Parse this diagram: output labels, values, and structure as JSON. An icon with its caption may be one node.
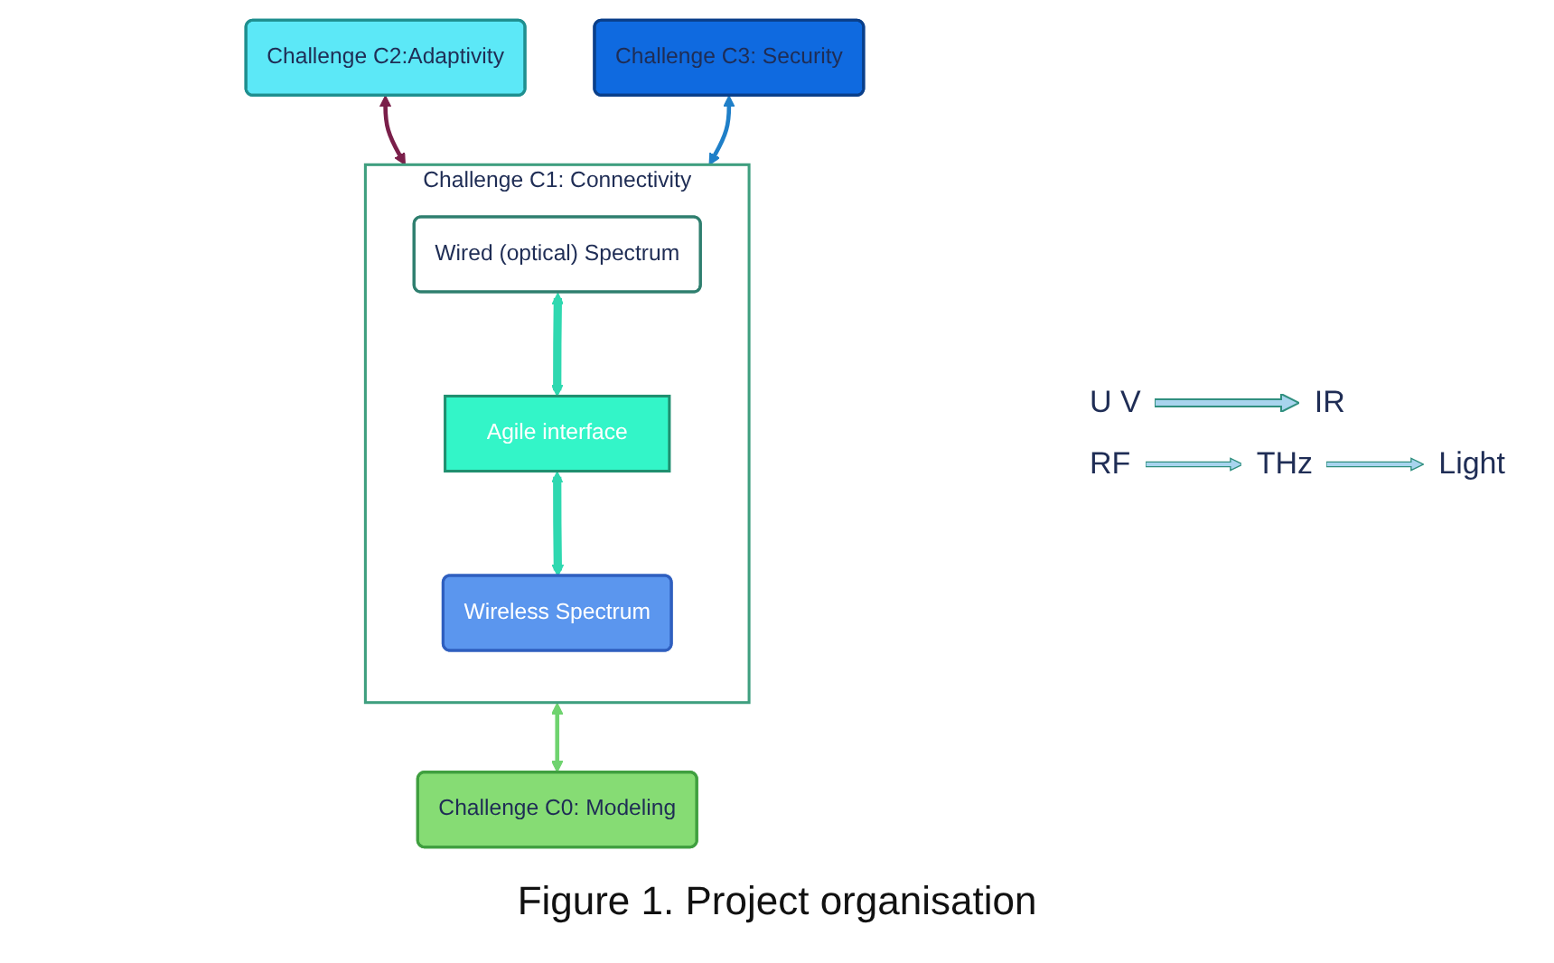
{
  "diagram": {
    "caption": "Figure 1. Project organisation",
    "nodes": [
      {
        "text": [
          "Challenge C2:Adaptivity"
        ]
      },
      {
        "text": [
          "Challenge C3: Security"
        ]
      },
      {
        "text": [
          "Challenge C0: Modeling"
        ]
      },
      {
        "text": [
          "Challenge C1: Connectivity"
        ]
      },
      {
        "text": [
          "Wired (optical) Spectrum"
        ],
        "in": 3
      },
      {
        "text": [
          "Agile interface"
        ],
        "in": 3
      },
      {
        "text": [
          "Wireless Spectrum"
        ],
        "in": 3
      }
    ],
    "edges": [
      {
        "from": 0,
        "to": 3,
        "arrow": "both",
        "color": "#7a1f4a"
      },
      {
        "from": 1,
        "to": 3,
        "arrow": "both",
        "color": "#1f7fc8"
      },
      {
        "from": 3,
        "to": 2,
        "arrow": "both",
        "color": "#6fd36f"
      },
      {
        "from": 4,
        "to": 5,
        "arrow": "both",
        "style": "thick"
      },
      {
        "from": 5,
        "to": 6,
        "arrow": "both",
        "style": "thick"
      }
    ],
    "labels": [
      "U V",
      "IR",
      "RF",
      "THz",
      "Light"
    ]
  }
}
